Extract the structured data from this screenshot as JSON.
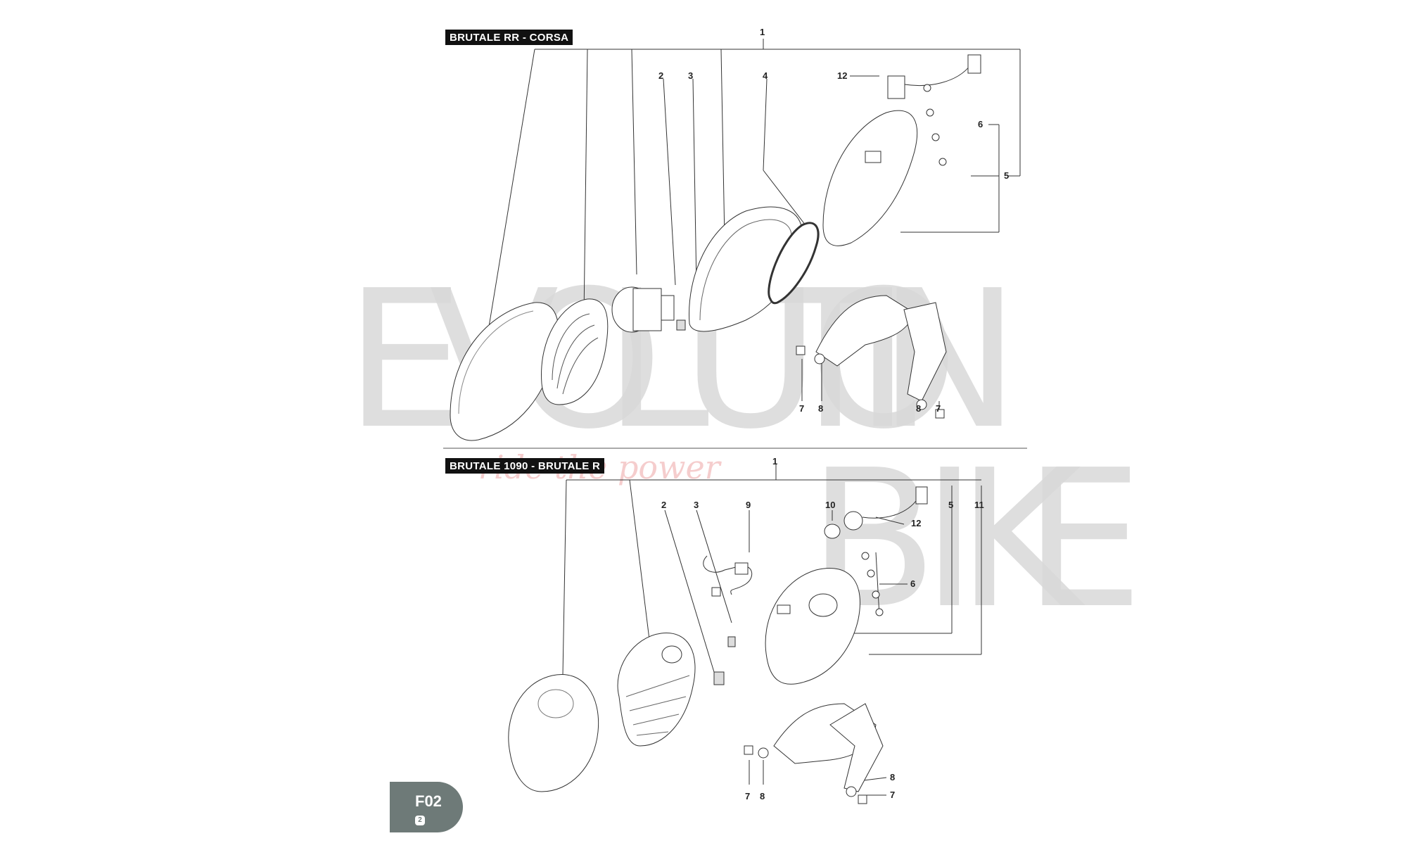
{
  "sections": [
    {
      "title": "BRUTALE RR - CORSA",
      "callouts": [
        "1",
        "2",
        "3",
        "4",
        "12",
        "6",
        "5",
        "7",
        "8",
        "8",
        "7"
      ]
    },
    {
      "title": "BRUTALE 1090 - BRUTALE R",
      "callouts": [
        "1",
        "2",
        "3",
        "9",
        "10",
        "12",
        "5",
        "11",
        "6",
        "7",
        "8",
        "8",
        "7"
      ]
    }
  ],
  "watermark": {
    "letters": [
      "E",
      "V",
      "O",
      "L",
      "U",
      "T",
      "I",
      "O",
      "N",
      "B",
      "I",
      "K",
      "E"
    ],
    "tagline": "ride the power"
  },
  "page_badge": {
    "code": "F02",
    "sub": "2"
  },
  "colors": {
    "line": "#333333",
    "watermark": "#d9d9d9",
    "tagline": "#f2b9b9",
    "badge": "#6e7a78"
  }
}
